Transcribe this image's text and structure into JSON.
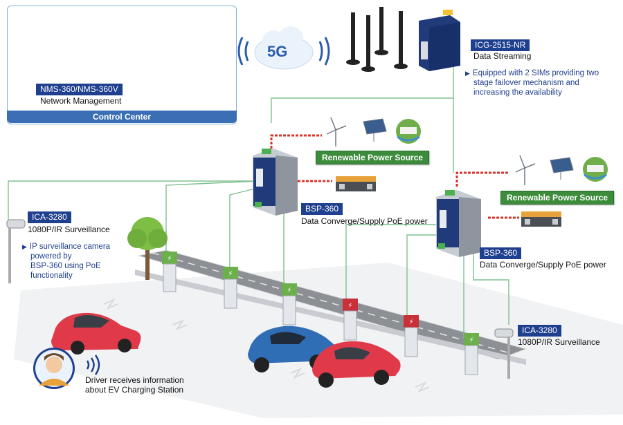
{
  "control_center": {
    "nms_tag": "NMS-360/NMS-360V",
    "nms_desc": "Network Management",
    "bar_label": "Control Center"
  },
  "cloud": {
    "label": "5G"
  },
  "gateway": {
    "tag": "ICG-2515-NR",
    "desc": "Data Streaming",
    "note": [
      "Equipped with 2 SIMs providing two",
      "stage failover mechanism and",
      "increasing the availability"
    ]
  },
  "renewable": {
    "label": "Renewable Power Source"
  },
  "bsp_a": {
    "tag": "BSP-360",
    "desc": "Data Converge/Supply PoE power"
  },
  "bsp_b": {
    "tag": "BSP-360",
    "desc": "Data Converge/Supply PoE power"
  },
  "camera_left": {
    "tag": "ICA-3280",
    "desc": "1080P/IR Surveillance",
    "note": [
      "IP surveillance camera",
      "powered by",
      "BSP-360 using PoE",
      "functionality"
    ]
  },
  "camera_right": {
    "tag": "ICA-3280",
    "desc": "1080P/IR Surveillance"
  },
  "driver": {
    "line1": "Driver receives information",
    "line2": "about EV Charging Station"
  },
  "colors": {
    "brand_navy": "#1f3f8f",
    "control_bar": "#3a6fb5",
    "renewable_green": "#3c8c3c",
    "data_line": "#7fbf8f",
    "power_line": "#d9342b",
    "car_red": "#e03a4a",
    "car_blue": "#2f6db5"
  },
  "icons": [
    "monitor-icon",
    "server-icon",
    "control-room-icon",
    "cloud-icon",
    "antenna-icon",
    "switch-icon",
    "wind-turbine-icon",
    "solar-panel-icon",
    "hydro-dam-icon",
    "battery-icon",
    "camera-icon",
    "tree-icon",
    "ev-charger-icon",
    "car-icon",
    "driver-avatar-icon",
    "wifi-signal-icon"
  ]
}
